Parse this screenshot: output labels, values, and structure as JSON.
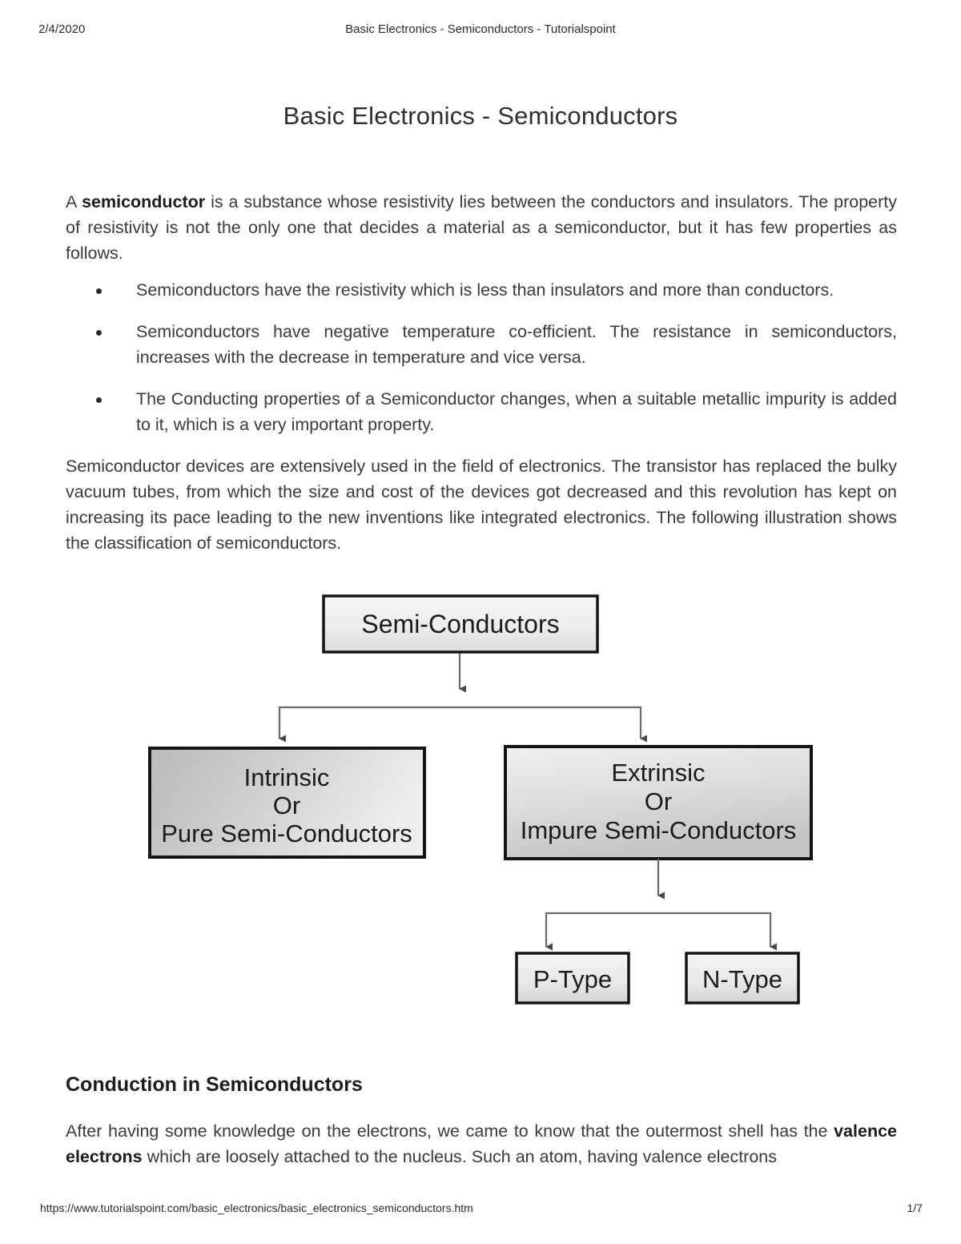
{
  "header": {
    "date": "2/4/2020",
    "doc_title": "Basic Electronics - Semiconductors - Tutorialspoint"
  },
  "page_title": "Basic Electronics - Semiconductors",
  "body": {
    "intro_prefix": "A ",
    "intro_bold": "semiconductor",
    "intro_rest": " is a substance whose resistivity lies between the conductors and insulators. The property of resistivity is not the only one that decides a material as a semiconductor, but it has few properties as follows.",
    "bullets": [
      "Semiconductors have the resistivity which is less than insulators and more than conductors.",
      "Semiconductors have negative temperature co-efficient. The resistance in semiconductors, increases with the decrease in temperature and vice versa.",
      "The Conducting properties of a Semiconductor changes, when a suitable metallic impurity is added to it, which is a very important property."
    ],
    "paragraph_2": "Semiconductor devices are extensively used in the field of electronics. The transistor has replaced the bulky vacuum tubes, from which the size and cost of the devices got decreased and this revolution has kept on increasing its pace leading to the new inventions like integrated electronics. The following illustration shows the classification of semiconductors.",
    "section_heading": "Conduction in Semiconductors",
    "tail_prefix": "After having some knowledge on the electrons, we came to know that the outermost shell has the ",
    "tail_bold": "valence electrons",
    "tail_rest": " which are loosely attached to the nucleus. Such an atom, having valence electrons"
  },
  "diagram": {
    "root_label": "Semi-Conductors",
    "left_line1": "Intrinsic",
    "left_line2": "Or",
    "left_line3": "Pure Semi-Conductors",
    "right_line1": "Extrinsic",
    "right_line2": "Or",
    "right_line3": "Impure Semi-Conductors",
    "leaf_left_label": "P-Type",
    "leaf_right_label": "N-Type",
    "box_border_color": "#111111",
    "box_fill_light": "#f2f2f2",
    "box_fill_mid": "#d6d6d6",
    "box_fill_dark": "#b4b4b4",
    "connector_color": "#595959",
    "text_color": "#1b1b1b"
  },
  "footer": {
    "url": "https://www.tutorialspoint.com/basic_electronics/basic_electronics_semiconductors.htm",
    "page_number": "1/7"
  }
}
